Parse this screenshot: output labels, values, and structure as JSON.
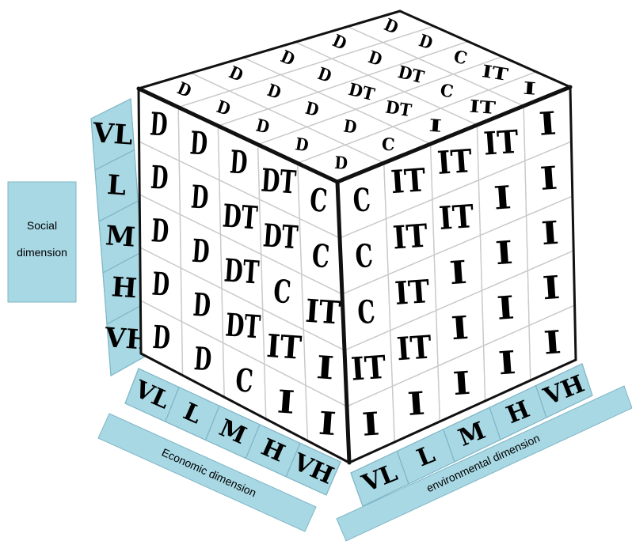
{
  "labels": {
    "social": [
      "Social",
      "dimension"
    ],
    "economic": "Economic dimension",
    "environmental": "environmental dimension"
  },
  "scales": {
    "social": [
      "VL",
      "L",
      "M",
      "H",
      "VH"
    ],
    "economic": [
      "VL",
      "L",
      "M",
      "H",
      "VH"
    ],
    "environmental": [
      "VL",
      "L",
      "M",
      "H",
      "VH"
    ]
  },
  "faces": {
    "front": [
      [
        "D",
        "D",
        "D",
        "DT",
        "C"
      ],
      [
        "D",
        "D",
        "DT",
        "DT",
        "C"
      ],
      [
        "D",
        "D",
        "DT",
        "C",
        "IT"
      ],
      [
        "D",
        "D",
        "DT",
        "IT",
        "I"
      ],
      [
        "D",
        "D",
        "C",
        "I",
        "I"
      ]
    ],
    "right": [
      [
        "C",
        "IT",
        "IT",
        "IT",
        "I"
      ],
      [
        "C",
        "IT",
        "IT",
        "I",
        "I"
      ],
      [
        "C",
        "IT",
        "I",
        "I",
        "I"
      ],
      [
        "IT",
        "IT",
        "I",
        "I",
        "I"
      ],
      [
        "I",
        "I",
        "I",
        "I",
        "I"
      ]
    ],
    "top": [
      [
        "D",
        "D",
        "D",
        "D",
        "D"
      ],
      [
        "D",
        "D",
        "D",
        "D",
        "C"
      ],
      [
        "D",
        "D",
        "DT",
        "DT",
        "I"
      ],
      [
        "D",
        "D",
        "DT",
        "C",
        "IT"
      ],
      [
        "D",
        "D",
        "C",
        "IT",
        "I"
      ]
    ]
  },
  "colors": {
    "strip_fill": "#a8d8e4",
    "strip_stroke": "#7fb6c6",
    "cube_edge": "#111111",
    "tile": "#ffffff"
  }
}
